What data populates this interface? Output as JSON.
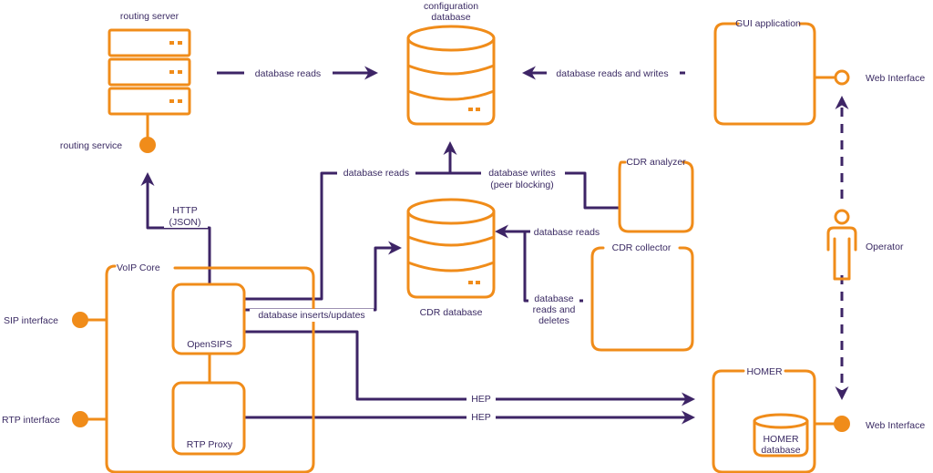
{
  "colors": {
    "orange": "#f08c1a",
    "purple": "#3d2466",
    "text": "#3a2a63"
  },
  "nodes": {
    "routing_server": "routing server",
    "routing_service": "routing service",
    "config_db_line1": "configuration",
    "config_db_line2": "database",
    "gui_application": "GUI application",
    "web_interface_top": "Web Interface",
    "operator": "Operator",
    "cdr_analyzer": "CDR analyzer",
    "cdr_collector": "CDR collector",
    "cdr_database": "CDR database",
    "voip_core": "VoIP Core",
    "opensips": "OpenSIPS",
    "rtp_proxy": "RTP Proxy",
    "sip_interface": "SIP interface",
    "rtp_interface": "RTP interface",
    "homer": "HOMER",
    "homer_db_line1": "HOMER",
    "homer_db_line2": "database",
    "web_interface_bottom": "Web Interface"
  },
  "edges": {
    "db_reads_top": "database reads",
    "db_reads_writes": "database reads and writes",
    "http_line1": "HTTP",
    "http_line2": "(JSON)",
    "db_reads_mid": "database reads",
    "db_writes_line1": "database writes",
    "db_writes_line2": "(peer blocking)",
    "db_reads_cdr": "database reads",
    "db_rd_line1": "database",
    "db_rd_line2": "reads and",
    "db_rd_line3": "deletes",
    "db_inserts": "database inserts/updates",
    "hep_1": "HEP",
    "hep_2": "HEP"
  }
}
